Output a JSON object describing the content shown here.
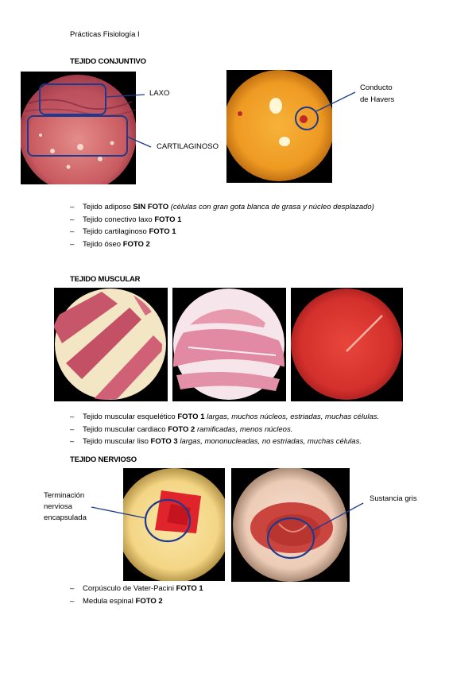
{
  "header": {
    "title": "Prácticas Fisiología I"
  },
  "sections": {
    "conjuntivo": {
      "heading": "TEJIDO CONJUNTIVO",
      "labels": {
        "laxo": "LAXO",
        "cartilaginoso": "CARTILAGINOSO",
        "havers_1": "Conducto",
        "havers_2": "de Havers"
      },
      "items": [
        {
          "pre": "Tejido adiposo ",
          "bold": "SIN FOTO",
          "italic": " (células con gran gota blanca de grasa y núcleo desplazado)"
        },
        {
          "pre": "Tejido conectivo laxo ",
          "bold": "FOTO 1",
          "italic": ""
        },
        {
          "pre": "Tejido cartilaginoso ",
          "bold": "FOTO 1",
          "italic": ""
        },
        {
          "pre": "Tejido óseo ",
          "bold": "FOTO 2",
          "italic": ""
        }
      ]
    },
    "muscular": {
      "heading": "TEJIDO MUSCULAR",
      "items": [
        {
          "pre": "Tejido muscular esquelético ",
          "bold": "FOTO 1",
          "italic": " largas, muchos núcleos, estriadas, muchas células."
        },
        {
          "pre": "Tejido muscular cardiaco ",
          "bold": "FOTO 2",
          "italic": " ramificadas, menos núcleos."
        },
        {
          "pre": "Tejido muscular liso ",
          "bold": "FOTO 3",
          "italic": " largas, mononucleadas, no estriadas, muchas células."
        }
      ]
    },
    "nervioso": {
      "heading": "TEJIDO NERVIOSO",
      "labels": {
        "term_1": "Terminación",
        "term_2": "nerviosa",
        "term_3": "encapsulada",
        "gris": "Sustancia gris"
      },
      "items": [
        {
          "pre": "Corpúsculo de Vater-Pacini ",
          "bold": "FOTO 1",
          "italic": ""
        },
        {
          "pre": "Medula espinal ",
          "bold": "FOTO 2",
          "italic": ""
        }
      ]
    }
  },
  "bullet_char": "–",
  "colors": {
    "annotation": "#1d3a8f"
  }
}
